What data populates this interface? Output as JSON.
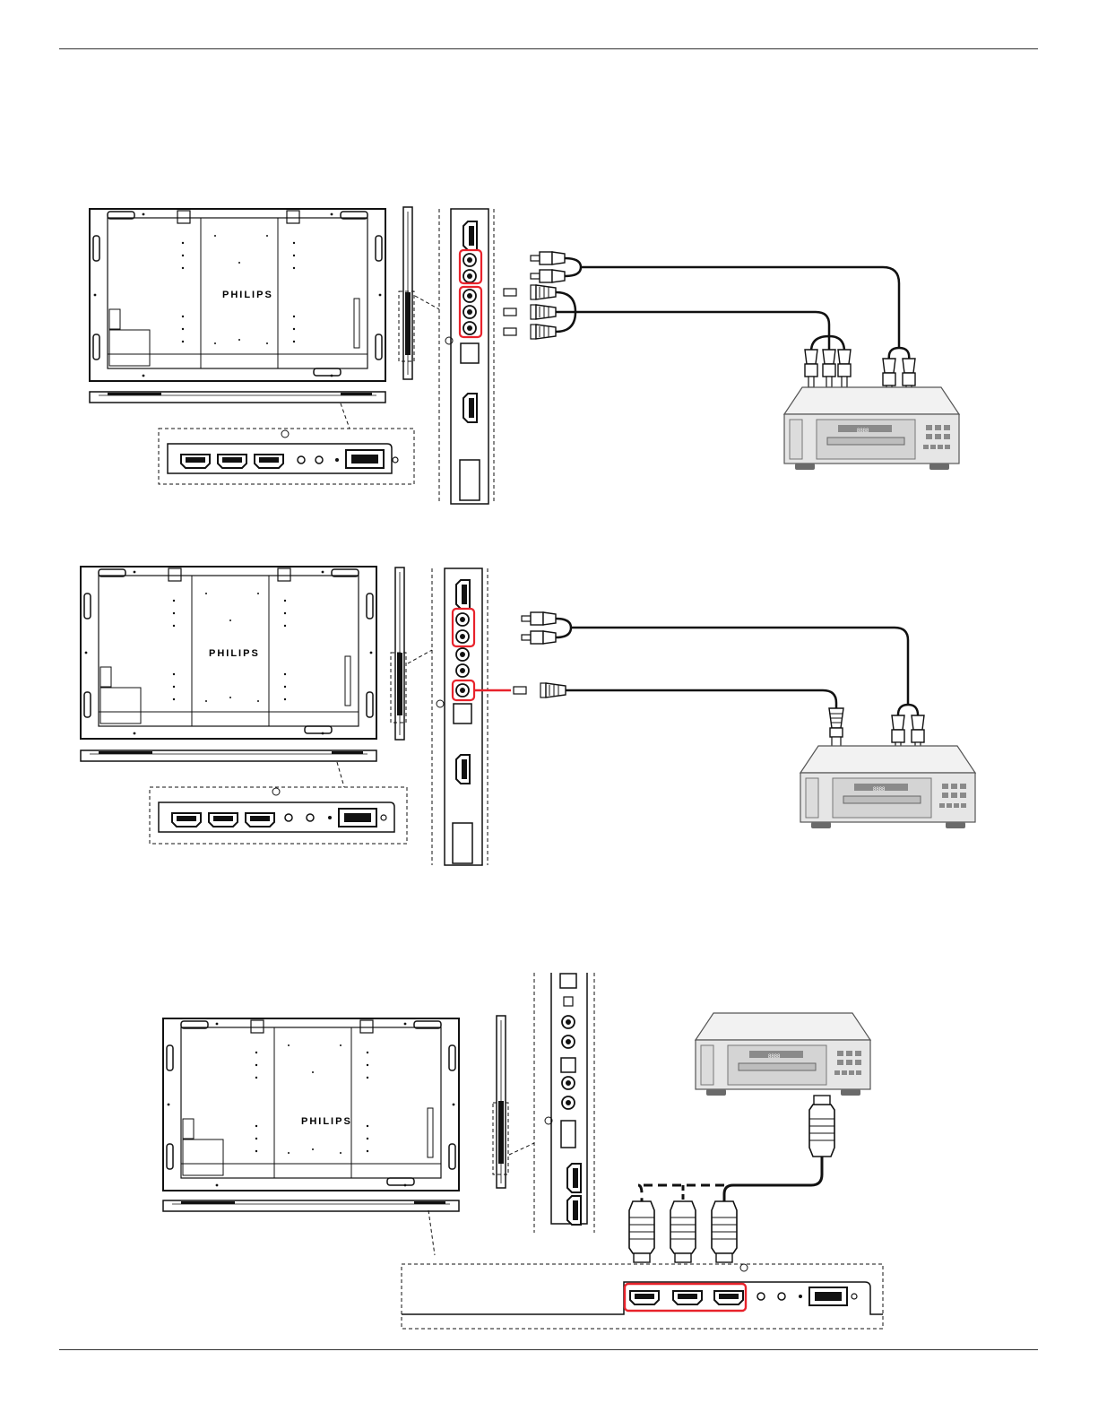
{
  "brand": "PHILIPS",
  "device_text": "8888",
  "colors": {
    "highlight": "#e8222b",
    "line": "#1a1a1a",
    "player_body": "#e9e9e9",
    "player_dark": "#9a9a9a"
  },
  "diagrams": [
    {
      "name": "component-video-connection",
      "highlight": "component-and-audio-jacks",
      "cable": "rca-component-plus-audio"
    },
    {
      "name": "composite-video-connection",
      "highlight": "cvbs-and-audio-jacks",
      "cable": "rca-composite-plus-audio"
    },
    {
      "name": "hdmi-connection",
      "highlight": "hdmi-inputs",
      "cable": "hdmi"
    }
  ]
}
